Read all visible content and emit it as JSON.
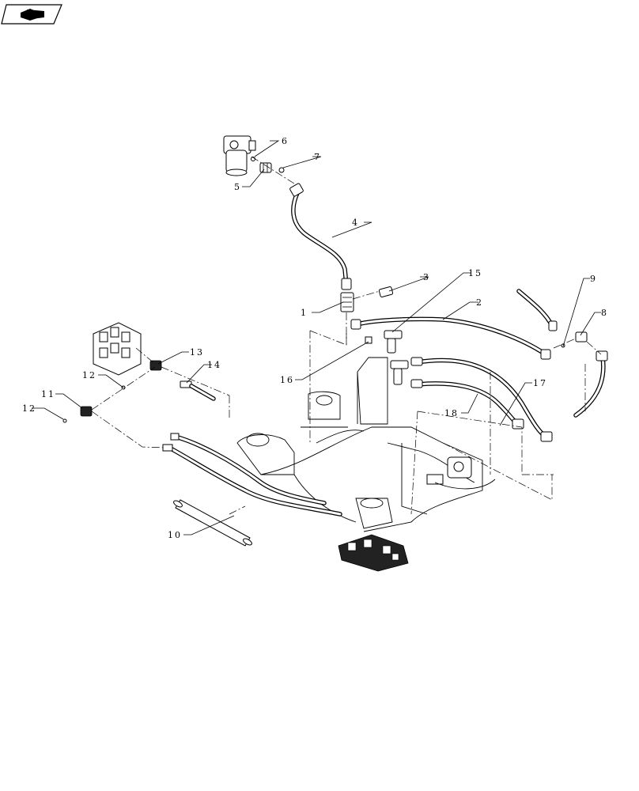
{
  "callouts": [
    {
      "id": "c1",
      "text": "1"
    },
    {
      "id": "c2",
      "text": "2"
    },
    {
      "id": "c3",
      "text": "3"
    },
    {
      "id": "c4",
      "text": "4"
    },
    {
      "id": "c5",
      "text": "5"
    },
    {
      "id": "c6",
      "text": "6"
    },
    {
      "id": "c7",
      "text": "7"
    },
    {
      "id": "c8",
      "text": "8"
    },
    {
      "id": "c9",
      "text": "9"
    },
    {
      "id": "c10",
      "text": "10"
    },
    {
      "id": "c11",
      "text": "11"
    },
    {
      "id": "c12a",
      "text": "12"
    },
    {
      "id": "c12b",
      "text": "12"
    },
    {
      "id": "c13",
      "text": "13"
    },
    {
      "id": "c14",
      "text": "14"
    },
    {
      "id": "c15",
      "text": "15"
    },
    {
      "id": "c16",
      "text": "16"
    },
    {
      "id": "c17",
      "text": "17"
    },
    {
      "id": "c18",
      "text": "18"
    }
  ],
  "nav_icon": "page-navigation-arrow-icon"
}
